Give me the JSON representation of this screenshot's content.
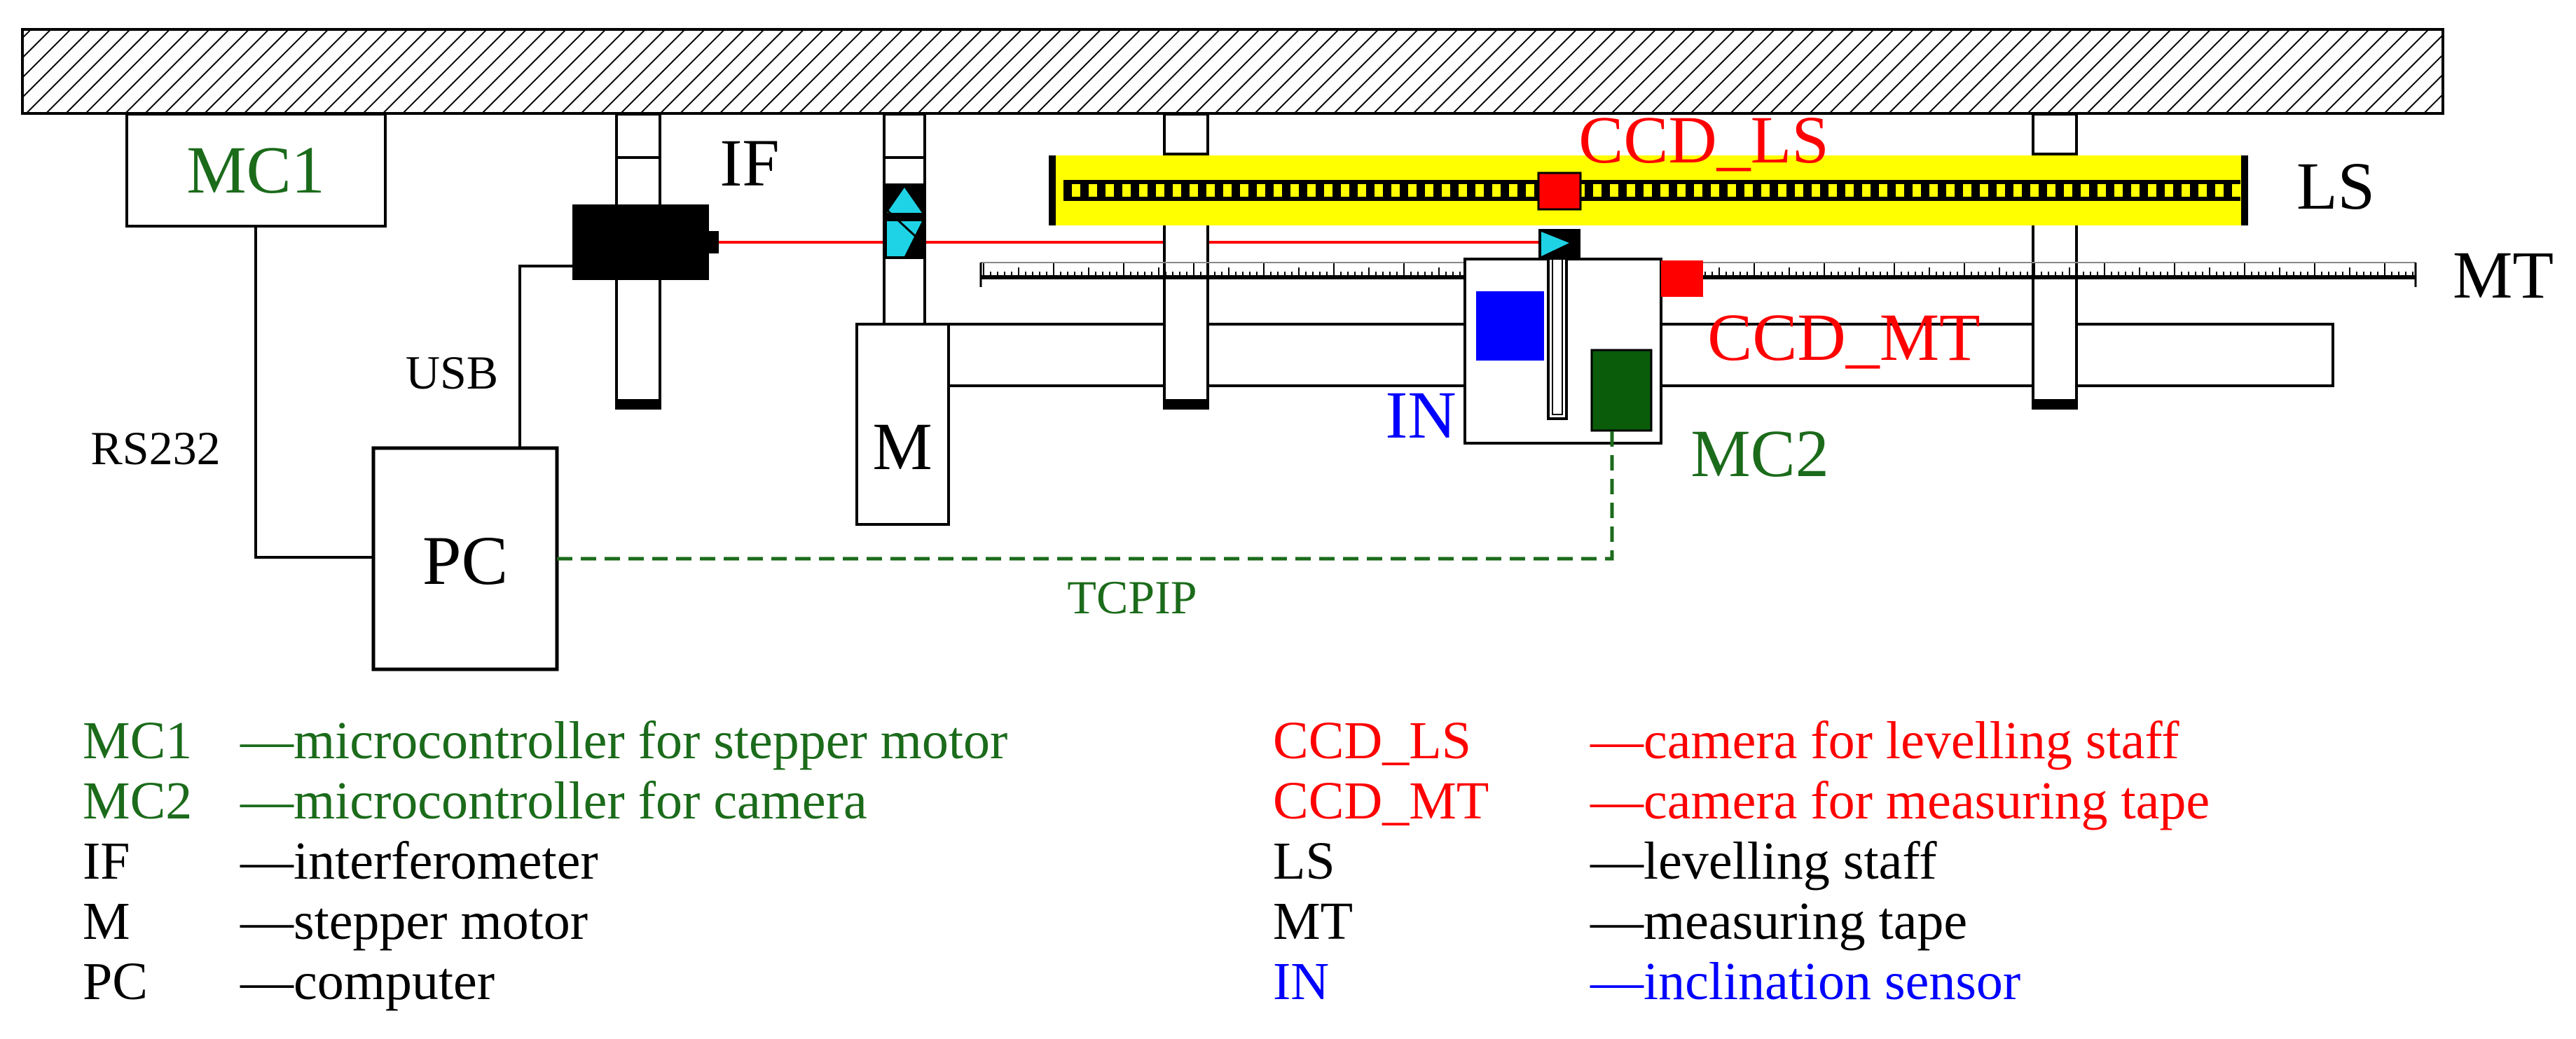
{
  "colors": {
    "green": "#1b6b1b",
    "red": "#ff0000",
    "blue": "#0000ff",
    "black": "#000000",
    "yellow": "#ffff00",
    "cyan": "#1fd3e6",
    "dark_green_block": "#0a5c0a"
  },
  "labels": {
    "mc1": "MC1",
    "mc2": "MC2",
    "if": "IF",
    "m": "M",
    "pc": "PC",
    "usb": "USB",
    "rs232": "RS232",
    "tcpip": "TCPIP",
    "ccd_ls": "CCD_LS",
    "ccd_mt": "CCD_MT",
    "ls": "LS",
    "mt": "MT",
    "in": "IN"
  },
  "legend": {
    "left": [
      {
        "abbr": "MC1",
        "desc": "—microcontroller for stepper motor",
        "color": "green"
      },
      {
        "abbr": "MC2",
        "desc": "—microcontroller for camera",
        "color": "green"
      },
      {
        "abbr": "IF",
        "desc": "—interferometer",
        "color": "black"
      },
      {
        "abbr": "M",
        "desc": "—stepper motor",
        "color": "black"
      },
      {
        "abbr": "PC",
        "desc": "—computer",
        "color": "black"
      }
    ],
    "right": [
      {
        "abbr": "CCD_LS",
        "desc": "—camera for levelling staff",
        "color": "red"
      },
      {
        "abbr": "CCD_MT",
        "desc": "—camera for measuring tape",
        "color": "red"
      },
      {
        "abbr": "LS",
        "desc": "—levelling staff",
        "color": "black"
      },
      {
        "abbr": "MT",
        "desc": "—measuring tape",
        "color": "black"
      },
      {
        "abbr": "IN",
        "desc": "—inclination sensor",
        "color": "blue"
      }
    ]
  }
}
